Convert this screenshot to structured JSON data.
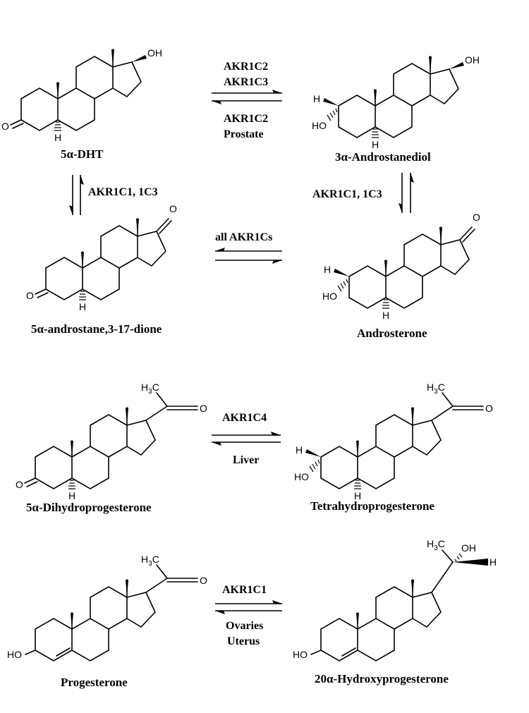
{
  "compounds": {
    "dht": "5α-DHT",
    "androstanediol": "3α-Androstanediol",
    "androstanedione": "5α-androstane,3-17-dione",
    "androsterone": "Androsterone",
    "dhp": "5α-Dihydroprogesterone",
    "thp": "Tetrahydroprogesterone",
    "progesterone": "Progesterone",
    "hydroxyprogesterone": "20α-Hydroxyprogesterone"
  },
  "enzymes": {
    "r1_top1": "AKR1C2",
    "r1_top2": "AKR1C3",
    "r1_bot1": "AKR1C2",
    "r1_bot2": "Prostate",
    "left_vert": "AKR1C1, 1C3",
    "right_vert": "AKR1C1, 1C3",
    "r2_top": "all AKR1Cs",
    "r3_top": "AKR1C4",
    "r3_bot": "Liver",
    "r4_top": "AKR1C1",
    "r4_bot1": "Ovaries",
    "r4_bot2": "Uterus"
  },
  "atoms": {
    "oh": "OH",
    "ho": "HO",
    "o": "O",
    "h": "H",
    "h3c_h": "H",
    "h3c_3": "3",
    "h3c_c": "C"
  }
}
